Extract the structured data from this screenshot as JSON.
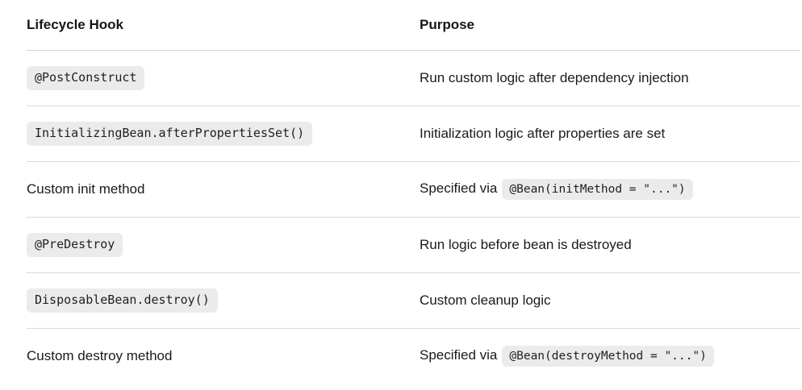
{
  "colors": {
    "background": "#ffffff",
    "text": "#1a1a1a",
    "code_text": "#1f1f1f",
    "code_pill_background": "#ebebeb",
    "divider": "#dadada"
  },
  "table": {
    "header": {
      "hook": "Lifecycle Hook",
      "purpose": "Purpose"
    },
    "rows": [
      {
        "hook_code": "@PostConstruct",
        "purpose_text": "Run custom logic after dependency injection"
      },
      {
        "hook_code": "InitializingBean.afterPropertiesSet()",
        "purpose_text": "Initialization logic after properties are set"
      },
      {
        "hook_text": "Custom init method",
        "purpose_text": "Specified via",
        "purpose_code": "@Bean(initMethod = \"...\")"
      },
      {
        "hook_code": "@PreDestroy",
        "purpose_text": "Run logic before bean is destroyed"
      },
      {
        "hook_code": "DisposableBean.destroy()",
        "purpose_text": "Custom cleanup logic"
      },
      {
        "hook_text": "Custom destroy method",
        "purpose_text": "Specified via",
        "purpose_code": "@Bean(destroyMethod = \"...\")"
      }
    ]
  }
}
